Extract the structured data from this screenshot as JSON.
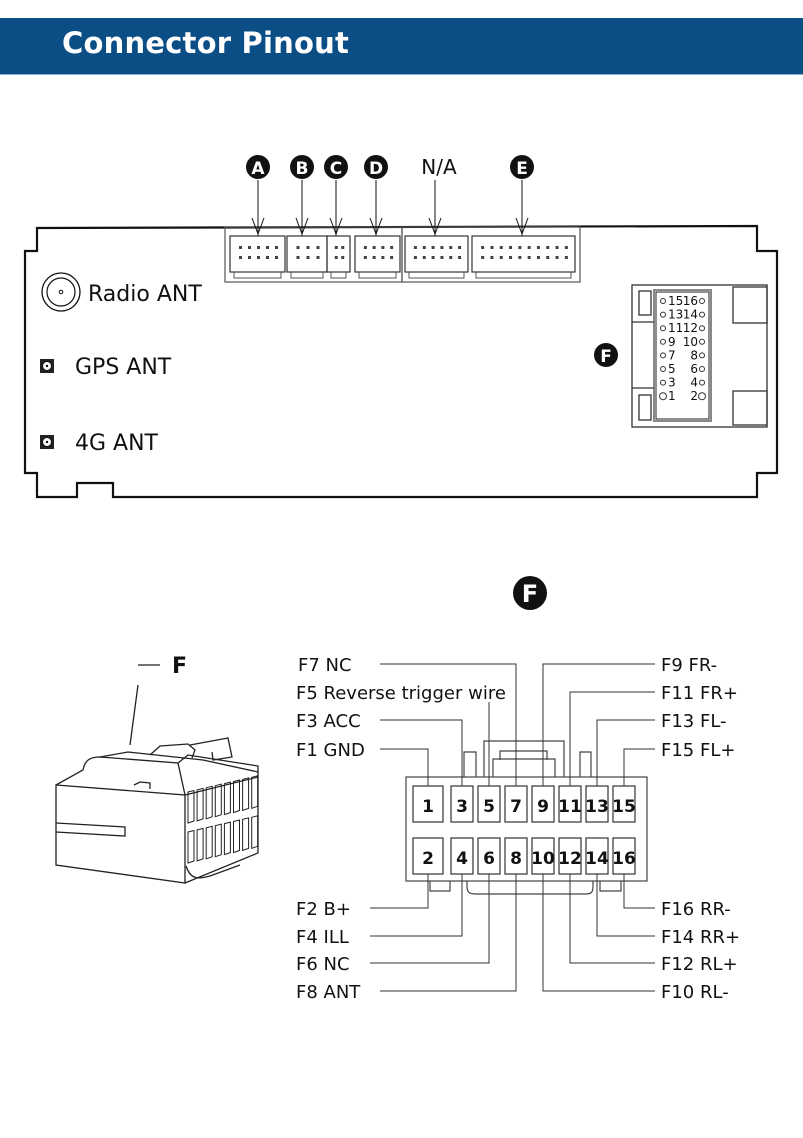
{
  "header": {
    "title": "Connector Pinout",
    "color": "#0b4e86"
  },
  "head_unit": {
    "connector_labels": [
      {
        "id": "A",
        "badge": true
      },
      {
        "id": "B",
        "badge": true
      },
      {
        "id": "C",
        "badge": true
      },
      {
        "id": "D",
        "badge": true
      },
      {
        "id": "N/A",
        "badge": false
      },
      {
        "id": "E",
        "badge": true
      }
    ],
    "antennas": [
      {
        "label": "Radio ANT",
        "type": "round"
      },
      {
        "label": "GPS ANT",
        "type": "square"
      },
      {
        "label": "4G ANT",
        "type": "square"
      }
    ],
    "f_port_badge": "F",
    "f_port_pins": [
      [
        "15",
        "16"
      ],
      [
        "13",
        "14"
      ],
      [
        "11",
        "12"
      ],
      [
        "9",
        "10"
      ],
      [
        "7",
        "8"
      ],
      [
        "5",
        "6"
      ],
      [
        "3",
        "4"
      ],
      [
        "1",
        "2"
      ]
    ]
  },
  "detail": {
    "badge": "F",
    "plug_label": "F",
    "pin_top_row": [
      "1",
      "3",
      "5",
      "7",
      "9",
      "11",
      "13",
      "15"
    ],
    "pin_bottom_row": [
      "2",
      "4",
      "6",
      "8",
      "10",
      "12",
      "14",
      "16"
    ],
    "left_top_labels": [
      "F7 NC",
      "F5 Reverse trigger wire",
      "F3 ACC",
      "F1 GND"
    ],
    "right_top_labels": [
      "F9 FR-",
      "F11 FR+",
      "F13 FL-",
      "F15 FL+"
    ],
    "left_bottom_labels": [
      "F2 B+",
      "F4 ILL",
      "F6 NC",
      "F8 ANT"
    ],
    "right_bottom_labels": [
      "F16 RR-",
      "F14 RR+",
      "F12 RL+",
      "F10 RL-"
    ]
  }
}
